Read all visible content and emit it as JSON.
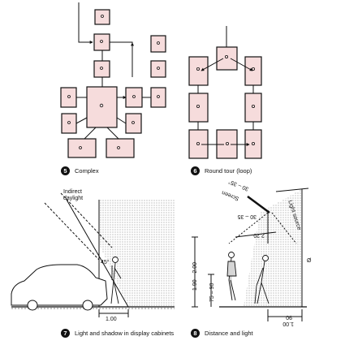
{
  "figures": [
    {
      "number": "5",
      "caption": "Complex"
    },
    {
      "number": "6",
      "caption": "Round tour (loop)"
    },
    {
      "number": "7",
      "caption": "Light and shadow in display cabinets"
    },
    {
      "number": "8",
      "caption": "Distance and light"
    }
  ],
  "fig7_labels": {
    "indirect": "Indirect",
    "daylight": "daylight",
    "angle": "45°",
    "width": "1.00"
  },
  "fig8_labels": {
    "top_angle": "30 – 35°",
    "screen": "Screen",
    "light_source": "Light source",
    "mid_angle": "30 – 35",
    "distance": "2.20",
    "height_range": "1.90 – 2.00",
    "eye_range": "75 – 90",
    "depth": "90",
    "depth_total": "1.00",
    "right_mark": "Ø"
  },
  "colors": {
    "room": "#f6dcdc",
    "line": "#111111",
    "shade": "#8a8a8a"
  }
}
